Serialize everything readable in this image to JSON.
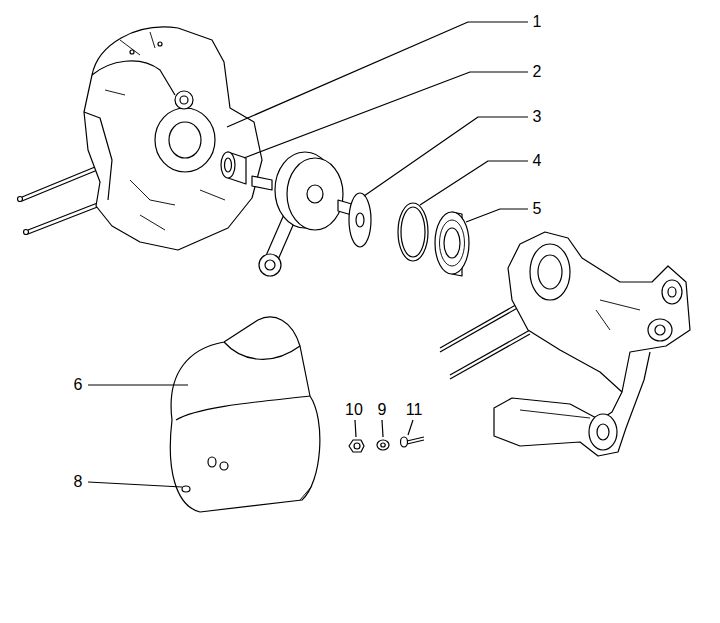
{
  "diagram": {
    "labels": [
      "1",
      "2",
      "3",
      "4",
      "5",
      "6",
      "8",
      "10",
      "9",
      "11"
    ]
  }
}
